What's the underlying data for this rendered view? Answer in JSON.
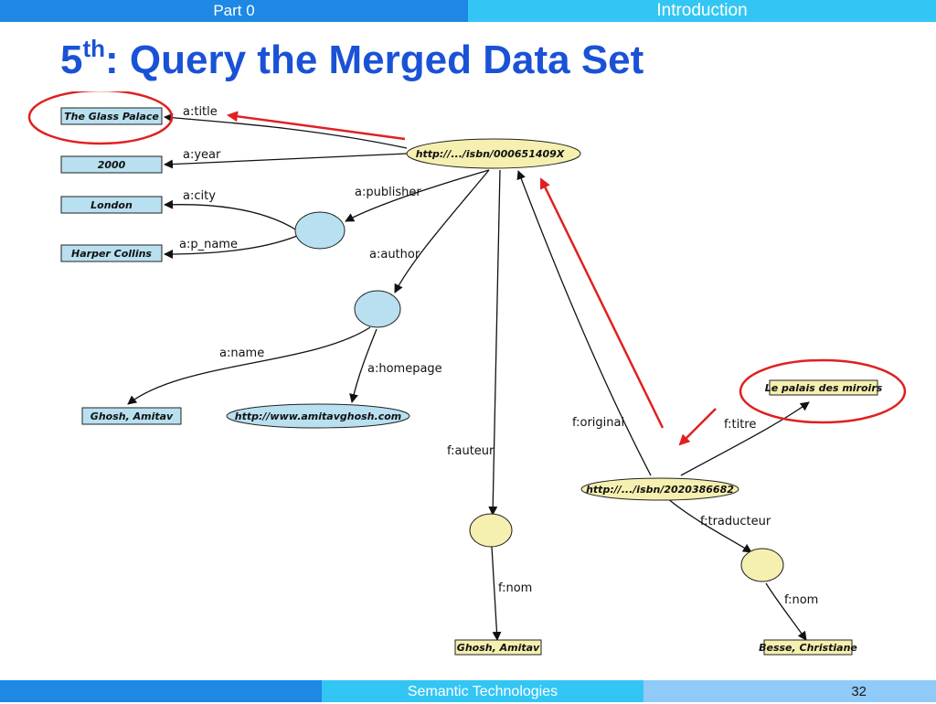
{
  "header": {
    "part": "Part 0",
    "section": "Introduction"
  },
  "title": {
    "prefix": "5",
    "sup": "th",
    "rest": ": Query the Merged Data Set"
  },
  "footer": {
    "course": "Semantic Technologies",
    "page": "32"
  },
  "diagram": {
    "nodes": {
      "book_uri": "http://.../isbn/000651409X",
      "fr_uri": "http://.../isbn/2020386682",
      "homepage": "http://www.amitavghosh.com",
      "title": "The Glass Palace",
      "year": "2000",
      "city": "London",
      "publisher_name": "Harper Collins",
      "author_name": "Ghosh, Amitav",
      "auteur_nom": "Ghosh, Amitav",
      "titre": "Le palais des miroirs",
      "traducteur_nom": "Besse, Christiane"
    },
    "edges": {
      "a_title": "a:title",
      "a_year": "a:year",
      "a_city": "a:city",
      "a_p_name": "a:p_name",
      "a_publisher": "a:publisher",
      "a_author": "a:author",
      "a_name": "a:name",
      "a_homepage": "a:homepage",
      "f_original": "f:original",
      "f_auteur": "f:auteur",
      "f_titre": "f:titre",
      "f_traducteur": "f:traducteur",
      "f_nom_1": "f:nom",
      "f_nom_2": "f:nom"
    },
    "colors": {
      "literal_fill": "#b8e0f0",
      "blank_node": "#b8e0f0",
      "uri_node": "#f5f0b0",
      "highlight": "#e02020"
    }
  }
}
